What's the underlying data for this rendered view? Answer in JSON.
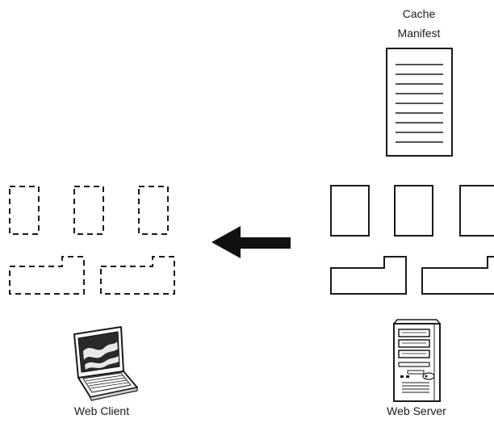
{
  "labels": {
    "cache_manifest_line1": "Cache",
    "cache_manifest_line2": "Manifest",
    "web_client": "Web Client",
    "web_server": "Web Server"
  },
  "icons": {
    "manifest": "document-icon",
    "client": "laptop-icon",
    "server": "server-tower-icon",
    "flow": "arrow-left-icon"
  },
  "colors": {
    "stroke": "#1a1a1a",
    "background": "#ffffff"
  }
}
